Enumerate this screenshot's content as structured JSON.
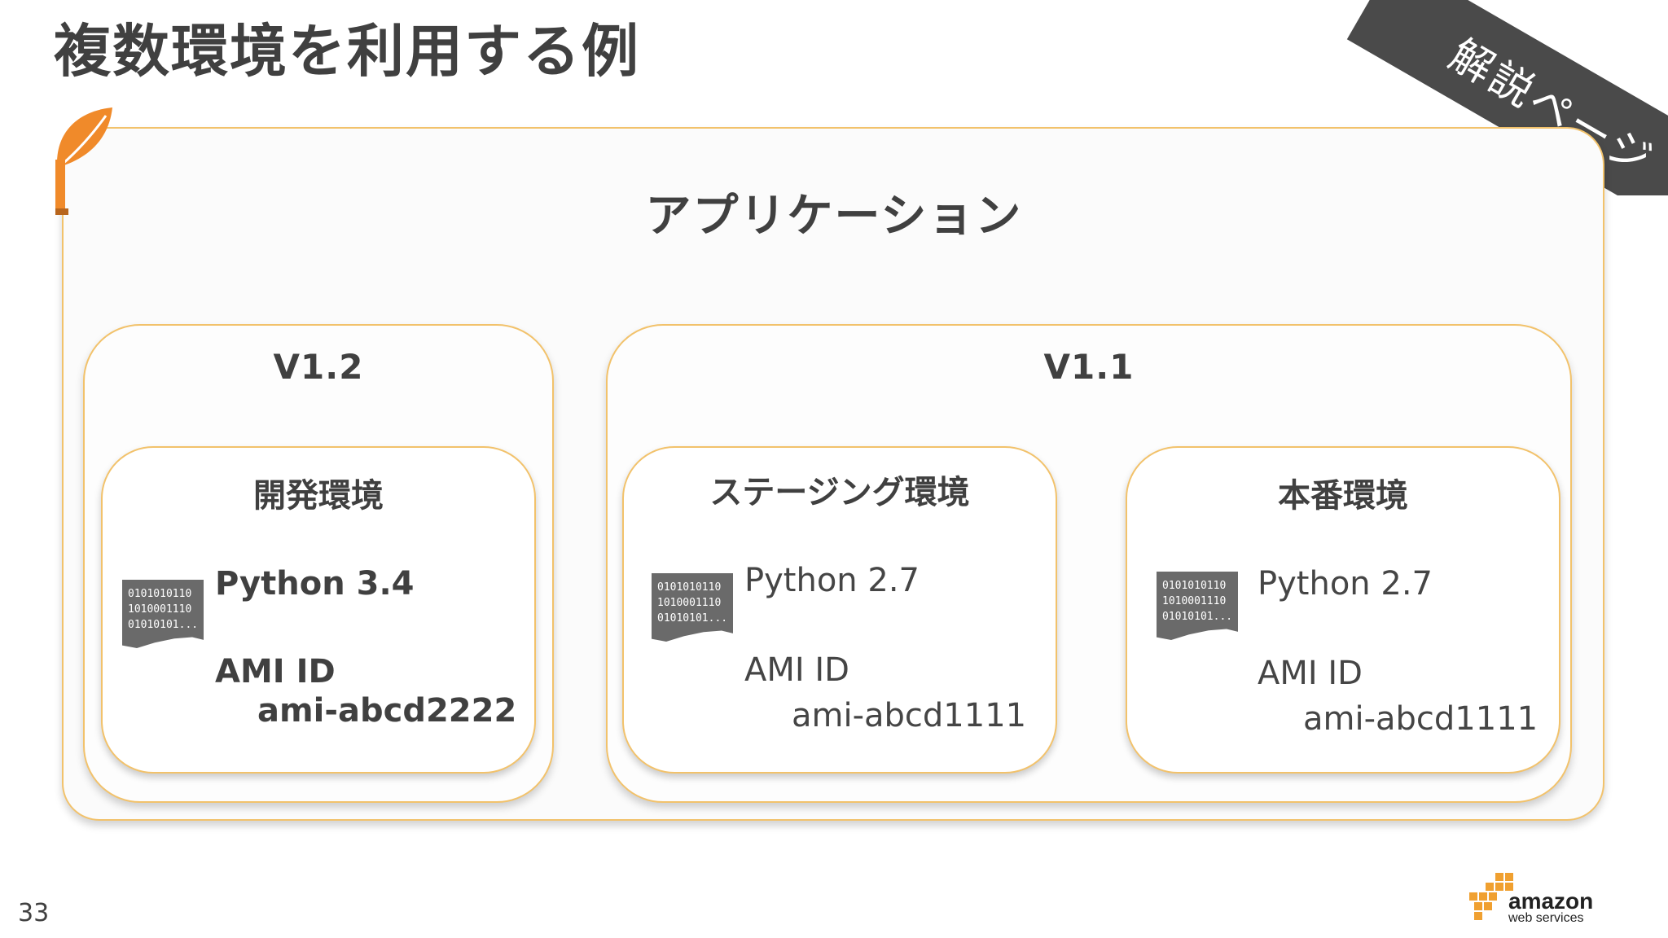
{
  "slide": {
    "title": "複数環境を利用する例",
    "corner_ribbon": "解説ページ",
    "page_number": "33",
    "application_label": "アプリケーション"
  },
  "versions": [
    {
      "label": "V1.2",
      "environments": [
        {
          "label": "開発環境",
          "python": "Python 3.4",
          "ami_label": "AMI ID",
          "ami_value": "ami-abcd2222",
          "icon_text": "0101010110\n1010001110\n01010101..."
        }
      ]
    },
    {
      "label": "V1.1",
      "environments": [
        {
          "label": "ステージング環境",
          "python": "Python 2.7",
          "ami_label": "AMI ID",
          "ami_value": "ami-abcd1111",
          "icon_text": "0101010110\n1010001110\n01010101..."
        },
        {
          "label": "本番環境",
          "python": "Python 2.7",
          "ami_label": "AMI ID",
          "ami_value": "ami-abcd1111",
          "icon_text": "0101010110\n1010001110\n01010101..."
        }
      ]
    }
  ],
  "brand": {
    "logo_main": "amazon",
    "logo_sub": "web services",
    "accent_color": "#f2c26b",
    "leaf_color": "#f08a2a",
    "ribbon_color": "#4a4a4a",
    "icon_color": "#6a6a6a"
  }
}
